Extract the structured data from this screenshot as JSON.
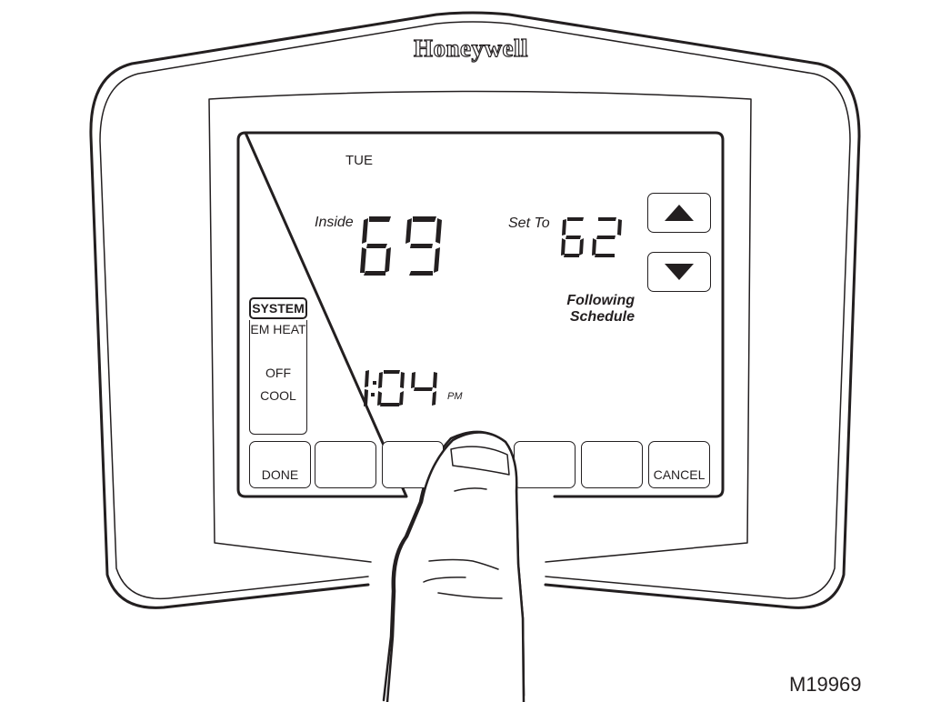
{
  "device": {
    "brand": "Honeywell",
    "figure_id": "M19969"
  },
  "display": {
    "day": "TUE",
    "inside_label": "Inside",
    "inside_temp": "69",
    "setto_label": "Set To",
    "setpoint": "62",
    "schedule_line1": "Following",
    "schedule_line2": "Schedule",
    "time": "1:04",
    "ampm": "PM"
  },
  "system": {
    "button_label": "SYSTEM",
    "options": [
      "EM HEAT",
      "OFF",
      "COOL"
    ]
  },
  "arrows": {
    "up_icon": "triangle-up-icon",
    "down_icon": "triangle-down-icon"
  },
  "softkeys": [
    {
      "label": "DONE"
    },
    {
      "label": ""
    },
    {
      "label": ""
    },
    {
      "label": ""
    },
    {
      "label": ""
    },
    {
      "label": ""
    },
    {
      "label": "CANCEL"
    }
  ],
  "colors": {
    "ink": "#231f20",
    "background": "#ffffff"
  }
}
